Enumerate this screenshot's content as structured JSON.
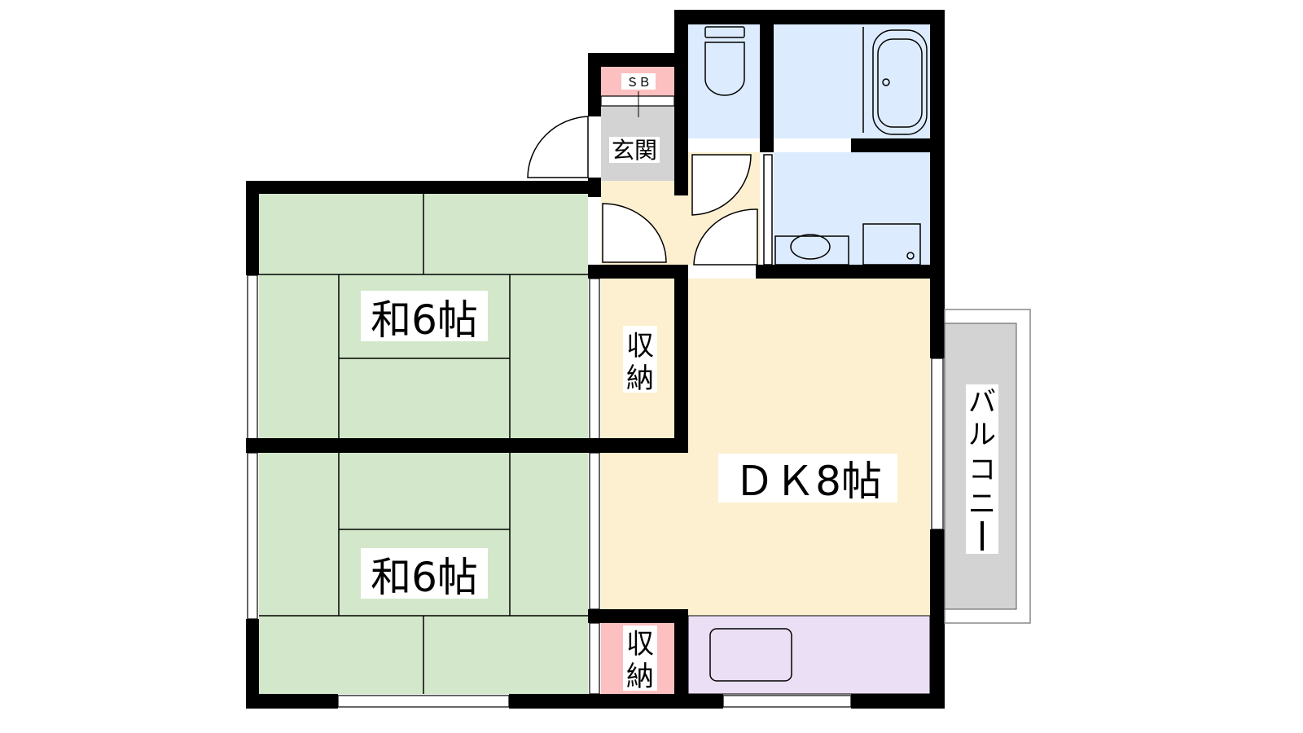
{
  "rooms": {
    "washitsu_1": "和6帖",
    "washitsu_2": "和6帖",
    "storage_1": [
      "収",
      "納"
    ],
    "storage_2": [
      "収",
      "納"
    ],
    "shoe_box": "ＳＢ",
    "entrance": "玄関",
    "dk": "ＤＫ8帖",
    "balcony": [
      "バ",
      "ル",
      "コ",
      "ニ",
      "ー"
    ]
  },
  "colors": {
    "tatami": "#d3e8ca",
    "storage": "#fdc0c0",
    "dk": "#fdf0d0",
    "kitchen": "#ebdff5",
    "water": "#dcebfd",
    "entrance": "#d3d3d3",
    "balcony": "#d3d3d3",
    "wall": "#000000"
  }
}
